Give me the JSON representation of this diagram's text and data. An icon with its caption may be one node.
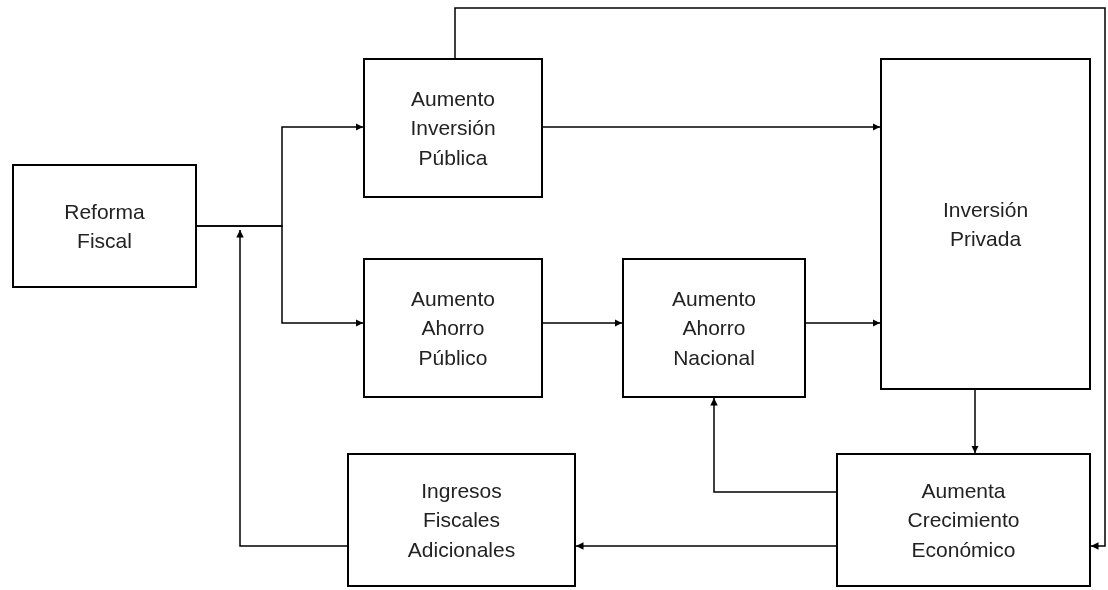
{
  "diagram": {
    "nodes": [
      {
        "text": [
          "Reforma Fiscal"
        ]
      },
      {
        "text": [
          "Aumento Inversión Pública"
        ]
      },
      {
        "text": [
          "Inversión Privada"
        ]
      },
      {
        "text": [
          "Aumento Ahorro Público"
        ]
      },
      {
        "text": [
          "Aumento Ahorro Nacional"
        ]
      },
      {
        "text": [
          "Ingresos Fiscales Adicionales"
        ]
      },
      {
        "text": [
          "Aumenta Crecimiento Económico"
        ]
      }
    ],
    "edges": [
      {
        "from": 0,
        "to": 1,
        "arrow": "to"
      },
      {
        "from": 0,
        "to": 3,
        "arrow": "to"
      },
      {
        "from": 1,
        "to": 2,
        "arrow": "to"
      },
      {
        "from": 3,
        "to": 4,
        "arrow": "to"
      },
      {
        "from": 4,
        "to": 2,
        "arrow": "to"
      },
      {
        "from": 2,
        "to": 6,
        "arrow": "to"
      },
      {
        "from": 6,
        "to": 4,
        "arrow": "to"
      },
      {
        "from": 6,
        "to": 5,
        "arrow": "to"
      },
      {
        "from": 5,
        "to": 0,
        "arrow": "to"
      },
      {
        "from": 1,
        "to": 6,
        "arrow": "to"
      }
    ]
  }
}
